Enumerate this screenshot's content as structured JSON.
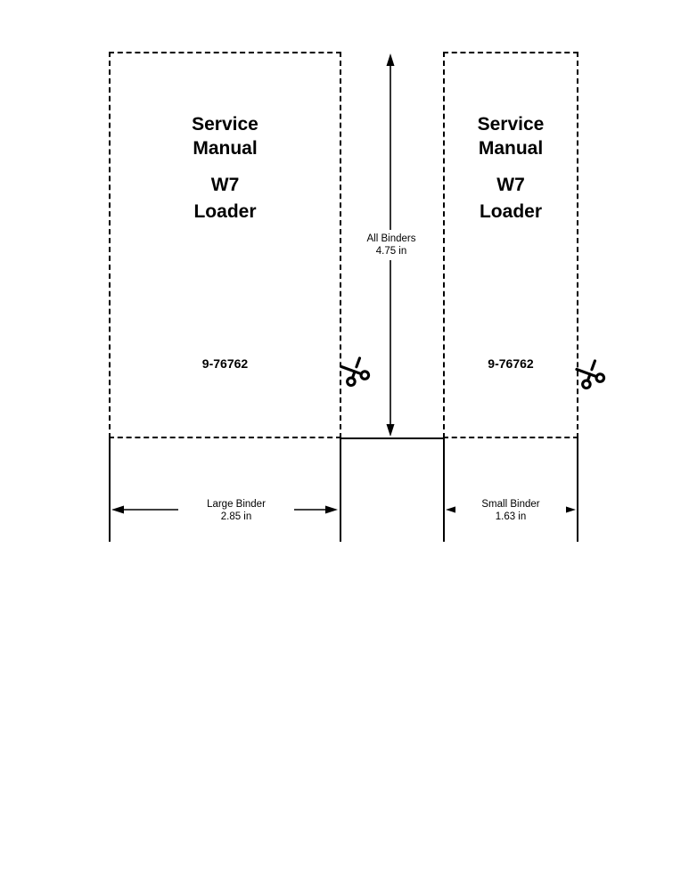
{
  "binder_labels": [
    {
      "title_line1": "Service",
      "title_line2": "Manual",
      "model": "W7",
      "product": "Loader",
      "part_number": "9-76762"
    },
    {
      "title_line1": "Service",
      "title_line2": "Manual",
      "model": "W7",
      "product": "Loader",
      "part_number": "9-76762"
    }
  ],
  "dimension_annotations": {
    "all_binders": {
      "label": "All Binders",
      "value": "4.75 in"
    },
    "large_binder": {
      "label": "Large Binder",
      "value": "2.85 in"
    },
    "small_binder": {
      "label": "Small Binder",
      "value": "1.63 in"
    }
  },
  "icons": {
    "scissors": "✂"
  }
}
